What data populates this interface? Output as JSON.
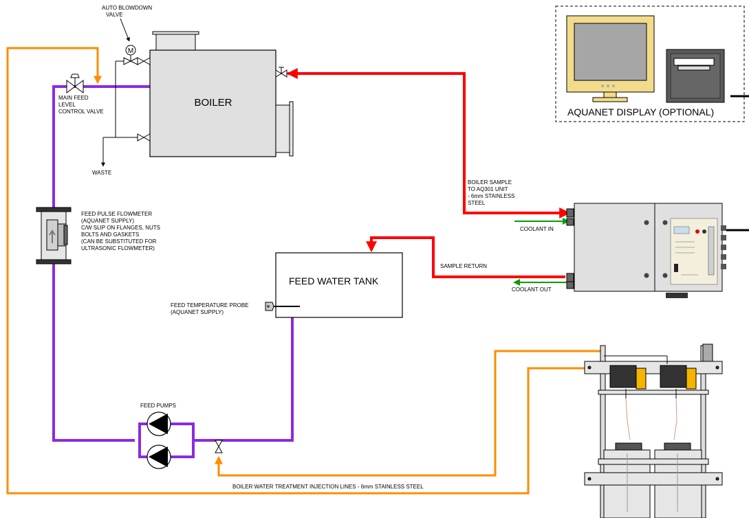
{
  "labels": {
    "auto_blowdown_1": "AUTO BLOWDOWN",
    "auto_blowdown_2": "VALVE",
    "motor_symbol": "M",
    "boiler": "BOILER",
    "main_feed_1": "MAIN FEED",
    "main_feed_2": "LEVEL",
    "main_feed_3": "CONTROL VALVE",
    "waste": "WASTE",
    "flowmeter_1": "FEED PULSE FLOWMETER",
    "flowmeter_2": "(AQUANET SUPPLY)",
    "flowmeter_3": "C/W SLIP ON FLANGES, NUTS",
    "flowmeter_4": "BOLTS AND GASKETS",
    "flowmeter_5": "(CAN BE SUBSTITUTED FOR",
    "flowmeter_6": "ULTRASONIC FLOWMETER)",
    "feed_water_tank": "FEED WATER TANK",
    "temp_probe_1": "FEED TEMPERATURE PROBE",
    "temp_probe_2": "(AQUANET SUPPLY)",
    "feed_pumps": "FEED PUMPS",
    "boiler_sample_1": "BOILER SAMPLE",
    "boiler_sample_2": "TO AQ301 UNIT",
    "boiler_sample_3": "- 6mm STAINLESS",
    "boiler_sample_4": "STEEL",
    "coolant_in": "COOLANT IN",
    "sample_return": "SAMPLE RETURN",
    "coolant_out": "COOLANT OUT",
    "aquanet_display": "AQUANET DISPLAY (OPTIONAL)",
    "injection_lines": "BOILER WATER TREATMENT INJECTION LINES - 6mm STAINLESS STEEL"
  },
  "colors": {
    "feed_line": "#8a2be2",
    "sample_line": "#ff0000",
    "injection_line": "#ff8c00",
    "coolant_line": "#00a000",
    "equipment_fill": "#e0e0e0",
    "monitor_frame": "#f2dc8c",
    "monitor_screen": "#a6a6a6",
    "printer_body": "#5a5a5a"
  }
}
